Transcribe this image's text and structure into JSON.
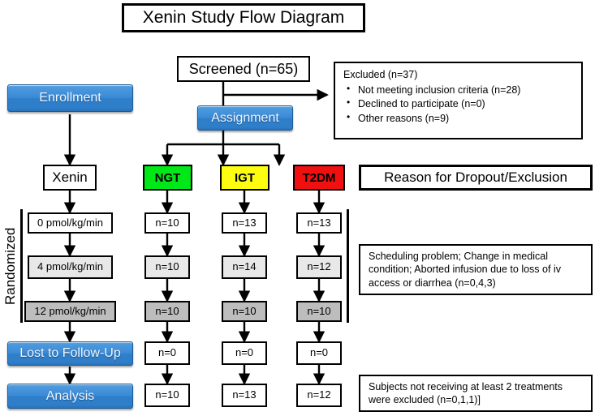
{
  "title": "Xenin Study Flow Diagram",
  "top": {
    "screened": "Screened (n=65)",
    "excluded": {
      "header": "Excluded (n=37)",
      "items": [
        "Not meeting inclusion criteria (n=28)",
        "Declined to participate (n=0)",
        "Other reasons (n=9)"
      ]
    }
  },
  "stages": {
    "enrollment": "Enrollment",
    "assignment": "Assignment",
    "lost_to_follow_up": "Lost to Follow-Up",
    "analysis": "Analysis"
  },
  "arms": {
    "xenin": "Xenin",
    "groups": [
      {
        "label": "NGT",
        "color": "#00e817"
      },
      {
        "label": "IGT",
        "color": "#fdfd10"
      },
      {
        "label": "T2DM",
        "color": "#f01010"
      }
    ]
  },
  "reason_header": "Reason for Dropout/Exclusion",
  "randomized_label": "Randomized",
  "doses": [
    {
      "label": "0 pmol/kg/min",
      "shade": "white"
    },
    {
      "label": "4 pmol/kg/min",
      "shade": "light"
    },
    {
      "label": "12 pmol/kg/min",
      "shade": "dark"
    }
  ],
  "counts": {
    "dose_rows": [
      {
        "ngt": "n=10",
        "igt": "n=13",
        "t2dm": "n=13"
      },
      {
        "ngt": "n=10",
        "igt": "n=14",
        "t2dm": "n=12"
      },
      {
        "ngt": "n=10",
        "igt": "n=10",
        "t2dm": "n=10"
      }
    ],
    "lost": {
      "ngt": "n=0",
      "igt": "n=0",
      "t2dm": "n=0"
    },
    "analysis": {
      "ngt": "n=10",
      "igt": "n=13",
      "t2dm": "n=12"
    }
  },
  "notes": {
    "dropout": "Scheduling problem;  Change in medical condition; Aborted infusion due to loss of iv access or diarrhea (n=0,4,3)",
    "excluded_final": "Subjects not receiving at least 2 treatments were excluded (n=0,1,1)]"
  }
}
